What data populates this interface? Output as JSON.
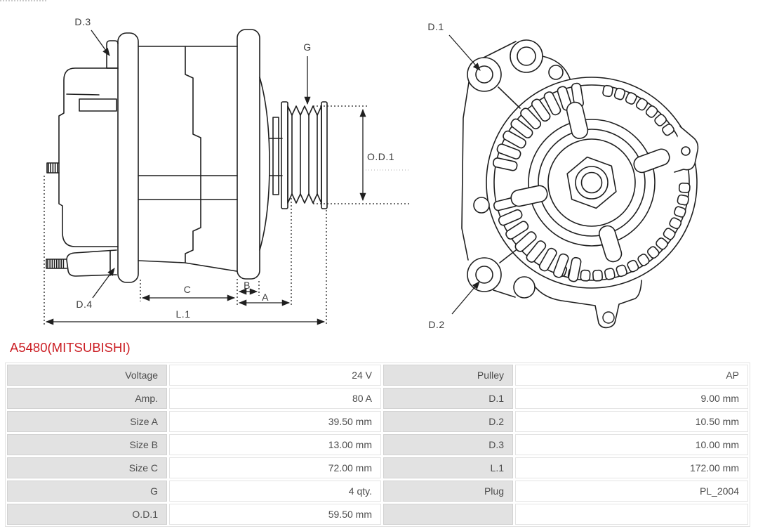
{
  "title": "A5480(MITSUBISHI)",
  "diagram": {
    "side": {
      "d3": "D.3",
      "g": "G",
      "od1": "O.D.1",
      "d4": "D.4",
      "c": "C",
      "b": "B",
      "a": "A",
      "l1": "L.1"
    },
    "front": {
      "d1": "D.1",
      "d2": "D.2"
    }
  },
  "table": {
    "rows": [
      [
        "Voltage",
        "24 V",
        "Pulley",
        "AP"
      ],
      [
        "Amp.",
        "80 A",
        "D.1",
        "9.00 mm"
      ],
      [
        "Size A",
        "39.50 mm",
        "D.2",
        "10.50 mm"
      ],
      [
        "Size B",
        "13.00 mm",
        "D.3",
        "10.00 mm"
      ],
      [
        "Size C",
        "72.00 mm",
        "L.1",
        "172.00 mm"
      ],
      [
        "G",
        "4 qty.",
        "Plug",
        "PL_2004"
      ],
      [
        "O.D.1",
        "59.50 mm",
        "",
        ""
      ]
    ]
  }
}
